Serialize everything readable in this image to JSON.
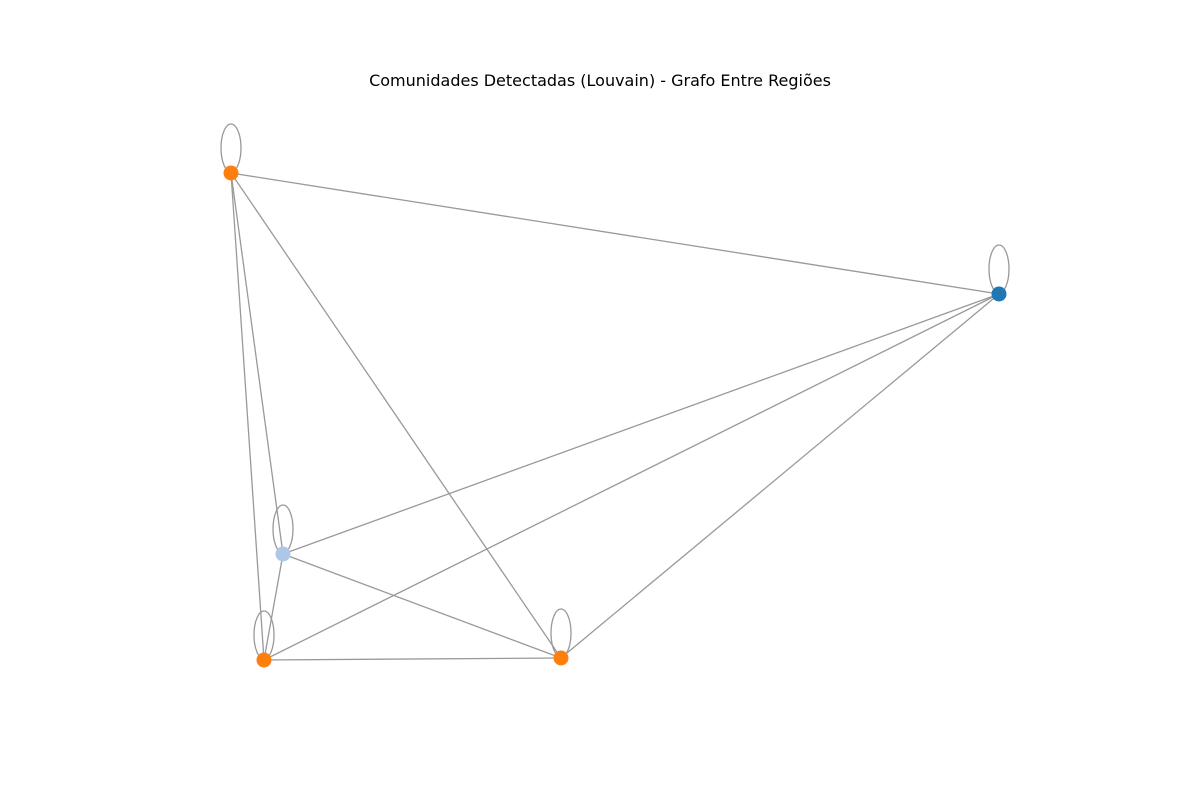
{
  "title": "Comunidades Detectadas (Louvain) - Grafo Entre Regiões",
  "colors": {
    "edge": "#999999",
    "community_0": "#ff7f0e",
    "community_1": "#1f77b4",
    "community_2": "#aec7e8"
  },
  "nodes": [
    {
      "id": "n1",
      "community": "community_0",
      "self_loop": true
    },
    {
      "id": "n2",
      "community": "community_1",
      "self_loop": true
    },
    {
      "id": "n3",
      "community": "community_2",
      "self_loop": true
    },
    {
      "id": "n4",
      "community": "community_0",
      "self_loop": true
    },
    {
      "id": "n5",
      "community": "community_0",
      "self_loop": true
    }
  ],
  "edges": [
    [
      "n1",
      "n2"
    ],
    [
      "n1",
      "n3"
    ],
    [
      "n1",
      "n4"
    ],
    [
      "n1",
      "n5"
    ],
    [
      "n2",
      "n3"
    ],
    [
      "n2",
      "n4"
    ],
    [
      "n2",
      "n5"
    ],
    [
      "n3",
      "n4"
    ],
    [
      "n3",
      "n5"
    ],
    [
      "n4",
      "n5"
    ]
  ]
}
